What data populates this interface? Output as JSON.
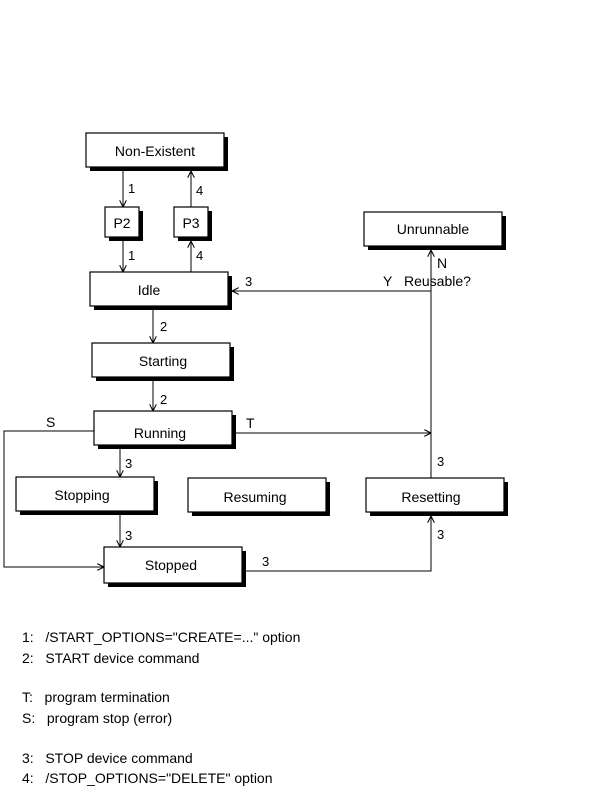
{
  "states": {
    "non_existent": "Non-Existent",
    "p2": "P2",
    "p3": "P3",
    "unrunnable": "Unrunnable",
    "idle": "Idle",
    "starting": "Starting",
    "running": "Running",
    "stopping": "Stopping",
    "resuming": "Resuming",
    "resetting": "Resetting",
    "stopped": "Stopped"
  },
  "decision": {
    "yes": "Y",
    "question": "Reusable?",
    "no": "N"
  },
  "edge_labels": {
    "ne_p2": "1",
    "p3_ne": "4",
    "p2_idle": "1",
    "idle_p3": "4",
    "idle_starting": "2",
    "starting_running": "2",
    "running_stopping": "3",
    "stopping_stopped": "3",
    "stopped_resetting": "3",
    "resetting_stopped_side": "3",
    "resetting_up": "3",
    "reusable_idle": "3",
    "running_s": "S",
    "running_t": "T"
  },
  "legend": [
    "1:   /START_OPTIONS=\"CREATE=...\" option",
    "2:   START device command",
    "T:   program termination",
    "S:   program stop (error)",
    "3:   STOP device command",
    "4:   /STOP_OPTIONS=\"DELETE\" option"
  ]
}
